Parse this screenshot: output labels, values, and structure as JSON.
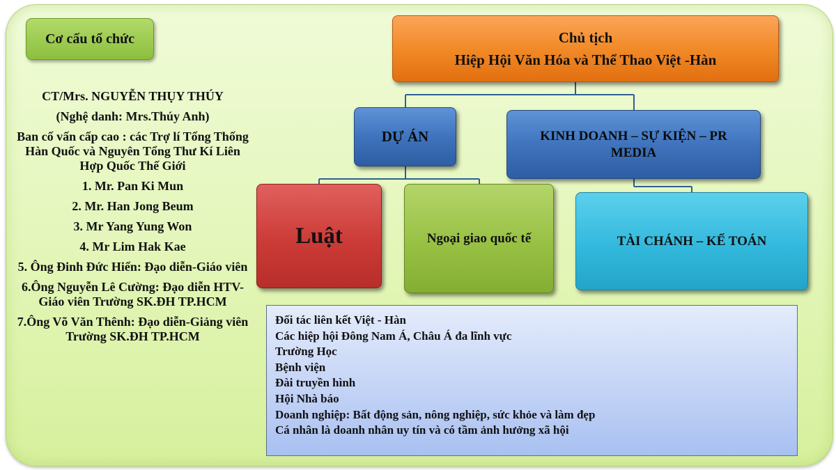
{
  "title_box": {
    "label": "Cơ cấu tổ chức"
  },
  "left_list": [
    "CT/Mrs. NGUYỄN THỤY THÚY",
    "(Nghệ danh: Mrs.Thúy Anh)",
    "Ban cố vấn cấp cao : các Trợ lí Tổng Thống Hàn Quốc và Nguyên Tổng Thư Kí Liên Hợp Quốc Thế Giới",
    "1. Mr. Pan Ki Mun",
    "2.  Mr. Han Jong Beum",
    "3. Mr Yang Yung Won",
    "4. Mr Lim Hak Kae",
    "5. Ông Đinh Đức Hiển: Đạo diễn-Giáo viên",
    "6.Ông Nguyễn Lê Cường: Đạo diễn HTV-Giáo viên Trường SK.ĐH TP.HCM",
    "7.Ông Võ Văn Thênh: Đạo diễn-Giảng viên Trường SK.ĐH TP.HCM"
  ],
  "org": {
    "chair": {
      "line1": "Chủ tịch",
      "line2": "Hiệp Hội Văn Hóa và Thể Thao Việt -Hàn"
    },
    "du_an": "DỰ ÁN",
    "kinh_doanh": "KINH DOANH – SỰ KIỆN – PR MEDIA",
    "luat": "Luật",
    "ngoai_giao": "Ngoại giao quốc tế",
    "tai_chinh": "TÀI CHÁNH – KẾ TOÁN"
  },
  "partners": [
    "Đối tác liên kết Việt - Hàn",
    "Các hiệp hội Đông Nam Á, Châu Á đa lĩnh vực",
    "Trường Học",
    "Bệnh viện",
    "Đài truyền hình",
    "Hội Nhà báo",
    "Doanh nghiệp: Bất động sản, nông nghiệp, sức khỏe và làm đẹp",
    "Cá nhân là doanh nhân uy tín và có tầm ảnh hưởng xã hội"
  ],
  "colors": {
    "panel": "#e3f6b8",
    "chair": "#f28a28",
    "blue": "#3f73bd",
    "red": "#cc3b37",
    "green": "#98c144",
    "cyan": "#33b9dd",
    "partner": "#c4d4f6",
    "connector": "#2f5f96"
  }
}
